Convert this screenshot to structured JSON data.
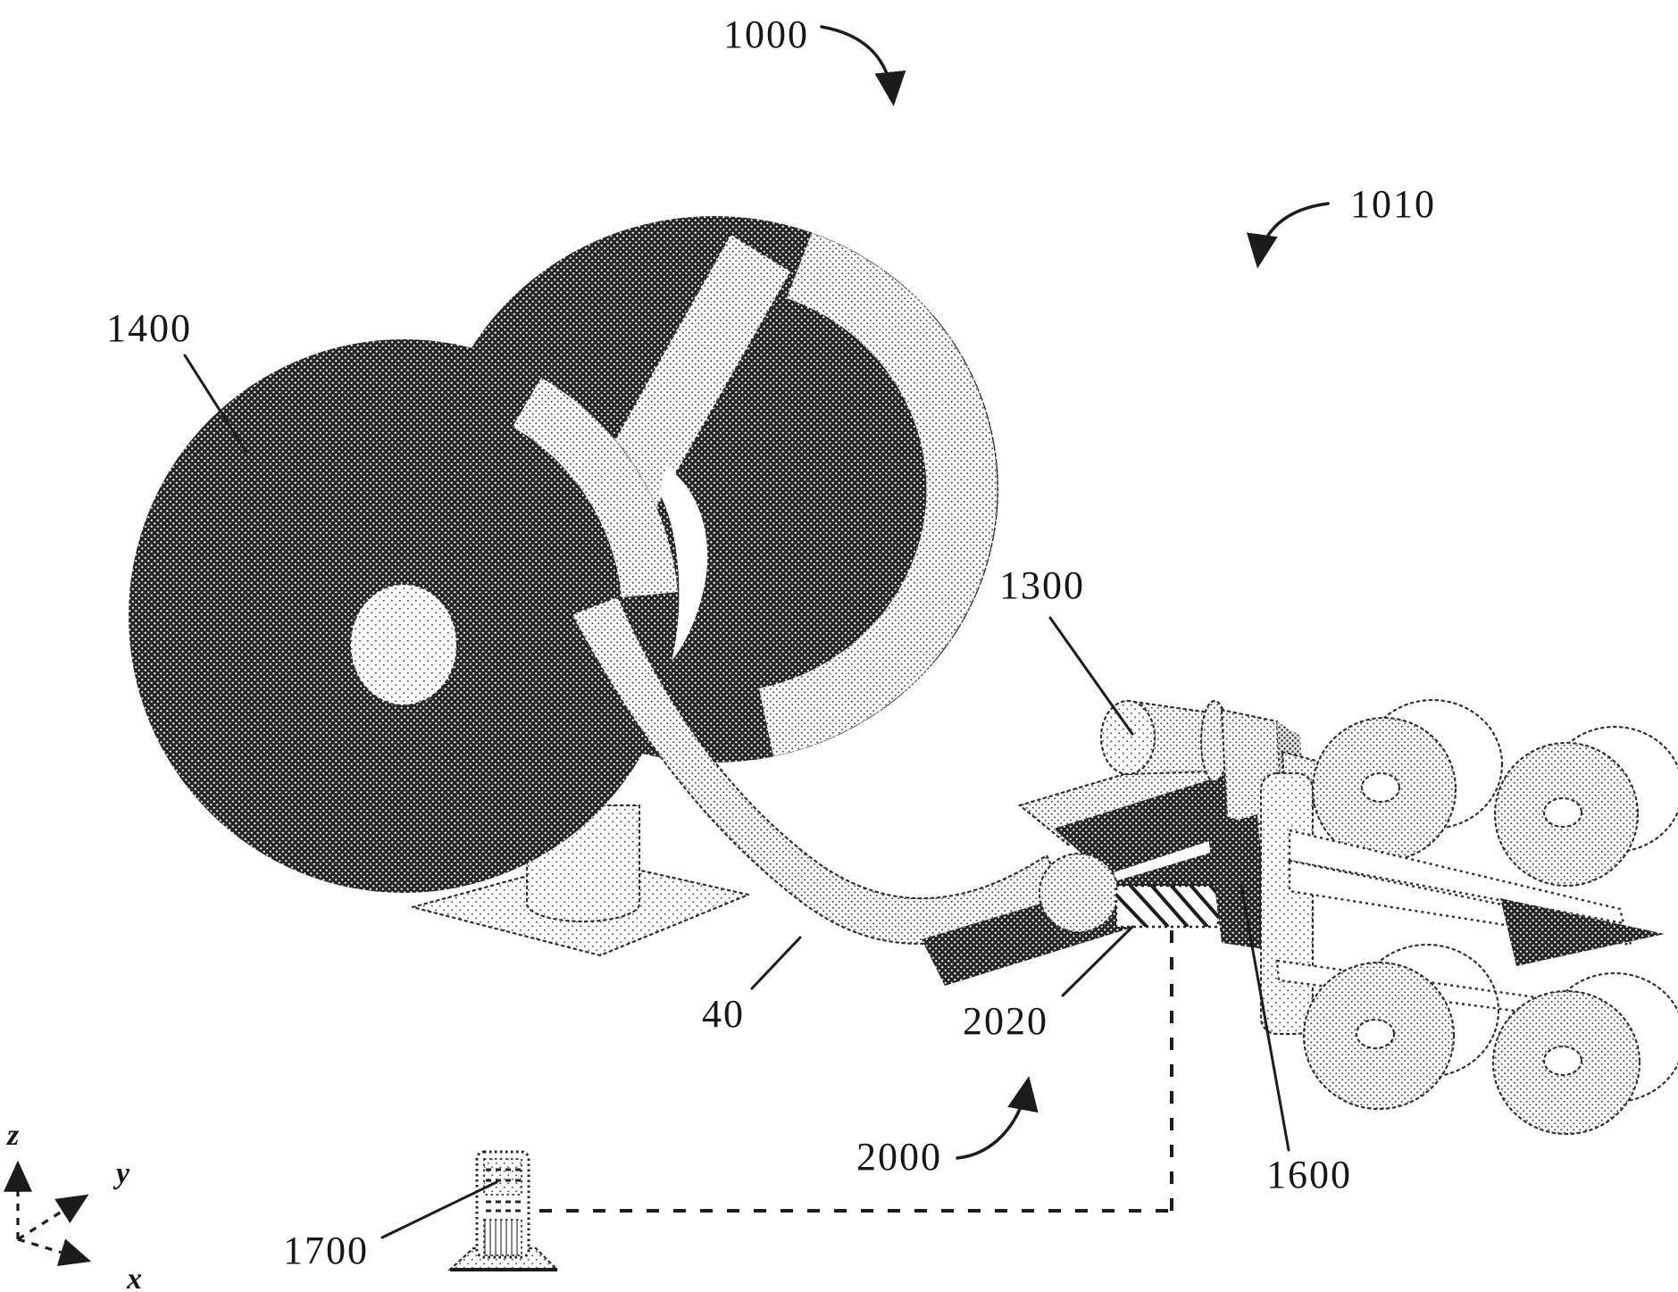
{
  "figure": {
    "background": "#ffffff",
    "ink": "#1c1c1c",
    "light_gray": "#c9c9c9"
  },
  "labels": {
    "system": "1000",
    "process_line": "1010",
    "reel": "1400",
    "motor": "1300",
    "web": "40",
    "treatment_zone": "2020",
    "assembly": "2000",
    "computer": "1700",
    "nip": "1600"
  },
  "axes": {
    "x": "x",
    "y": "y",
    "z": "z"
  }
}
